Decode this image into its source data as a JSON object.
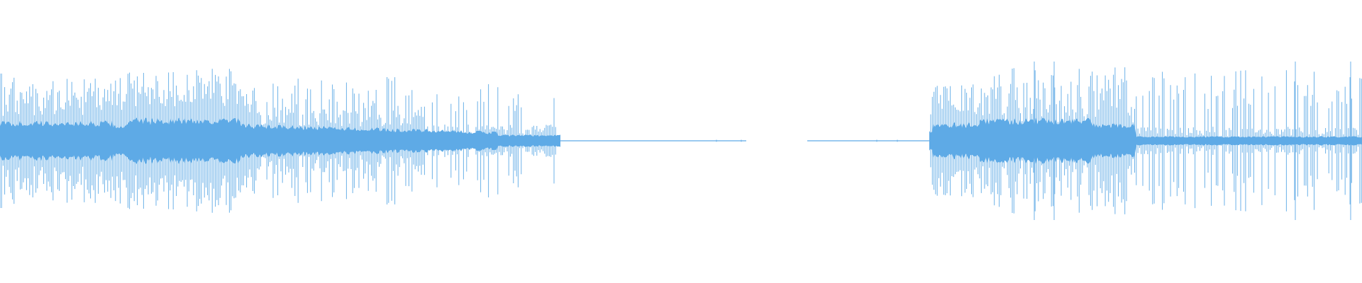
{
  "waveform": {
    "color": "#5eaae6",
    "background": "#ffffff",
    "segments": [
      {
        "kind": "signal",
        "peak": 0.92,
        "character": "dense-then-sparse"
      },
      {
        "kind": "silence"
      },
      {
        "kind": "gap"
      },
      {
        "kind": "silence"
      },
      {
        "kind": "signal",
        "peak": 0.95,
        "character": "dense-then-sparse"
      }
    ]
  }
}
